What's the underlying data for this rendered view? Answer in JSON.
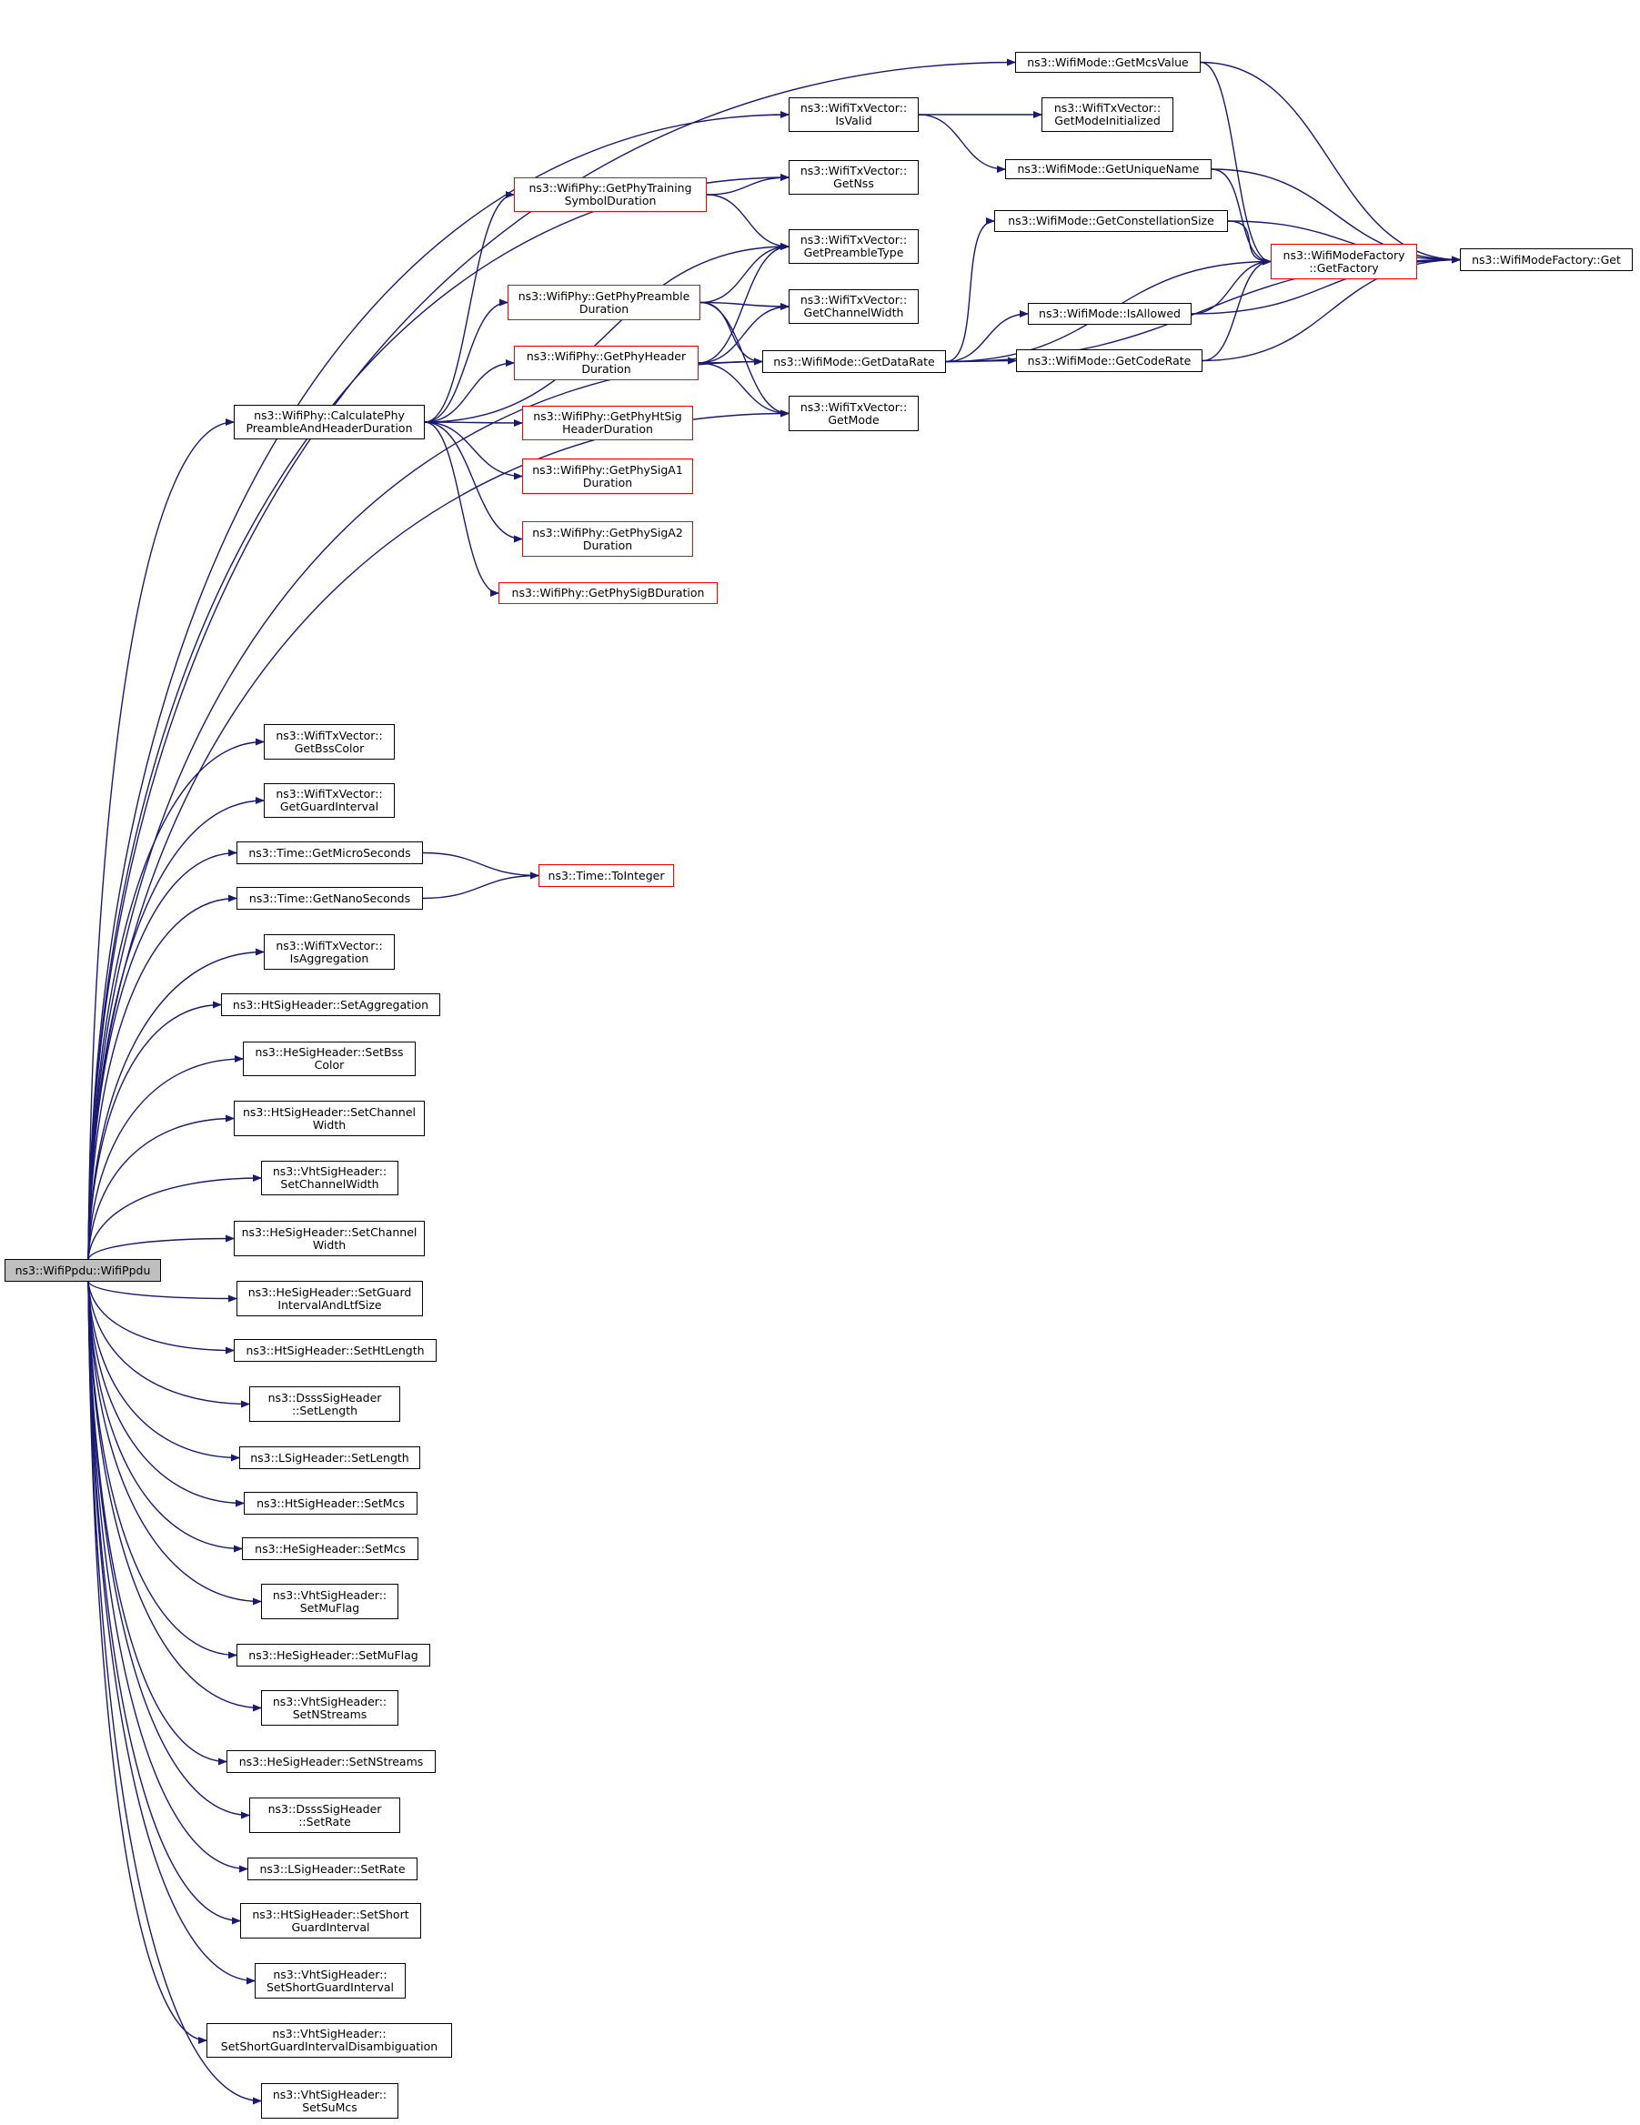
{
  "diagram": {
    "colors": {
      "edge": "#191970",
      "box_border": "#000000",
      "box_border_truncated": "#ff0000",
      "root_fill": "#bfbfbf"
    },
    "nodes": [
      {
        "id": "root",
        "lines": [
          "ns3::WifiPpdu::WifiPpdu"
        ],
        "style": "root"
      },
      {
        "id": "getMcsValue",
        "lines": [
          "ns3::WifiMode::GetMcsValue"
        ],
        "style": "normal"
      },
      {
        "id": "isValid",
        "lines": [
          "ns3::WifiTxVector::",
          "IsValid"
        ],
        "style": "normal"
      },
      {
        "id": "getModeInitialized",
        "lines": [
          "ns3::WifiTxVector::",
          "GetModeInitialized"
        ],
        "style": "normal"
      },
      {
        "id": "getUniqueName",
        "lines": [
          "ns3::WifiMode::GetUniqueName"
        ],
        "style": "normal"
      },
      {
        "id": "getNss",
        "lines": [
          "ns3::WifiTxVector::",
          "GetNss"
        ],
        "style": "normal"
      },
      {
        "id": "getPhyTraining",
        "lines": [
          "ns3::WifiPhy::GetPhyTraining",
          "SymbolDuration"
        ],
        "style": "red"
      },
      {
        "id": "getPreambleType",
        "lines": [
          "ns3::WifiTxVector::",
          "GetPreambleType"
        ],
        "style": "normal"
      },
      {
        "id": "getConstellationSize",
        "lines": [
          "ns3::WifiMode::GetConstellationSize"
        ],
        "style": "normal"
      },
      {
        "id": "getFactory",
        "lines": [
          "ns3::WifiModeFactory",
          "::GetFactory"
        ],
        "style": "red"
      },
      {
        "id": "factoryGet",
        "lines": [
          "ns3::WifiModeFactory::Get"
        ],
        "style": "normal"
      },
      {
        "id": "getPhyPreamble",
        "lines": [
          "ns3::WifiPhy::GetPhyPreamble",
          "Duration"
        ],
        "style": "red"
      },
      {
        "id": "getChannelWidth",
        "lines": [
          "ns3::WifiTxVector::",
          "GetChannelWidth"
        ],
        "style": "normal"
      },
      {
        "id": "isAllowed",
        "lines": [
          "ns3::WifiMode::IsAllowed"
        ],
        "style": "normal"
      },
      {
        "id": "getPhyHeader",
        "lines": [
          "ns3::WifiPhy::GetPhyHeader",
          "Duration"
        ],
        "style": "red"
      },
      {
        "id": "getDataRate",
        "lines": [
          "ns3::WifiMode::GetDataRate"
        ],
        "style": "normal"
      },
      {
        "id": "getCodeRate",
        "lines": [
          "ns3::WifiMode::GetCodeRate"
        ],
        "style": "normal"
      },
      {
        "id": "calcPhy",
        "lines": [
          "ns3::WifiPhy::CalculatePhy",
          "PreambleAndHeaderDuration"
        ],
        "style": "normal"
      },
      {
        "id": "getMode",
        "lines": [
          "ns3::WifiTxVector::",
          "GetMode"
        ],
        "style": "normal"
      },
      {
        "id": "getPhyHtSig",
        "lines": [
          "ns3::WifiPhy::GetPhyHtSig",
          "HeaderDuration"
        ],
        "style": "red"
      },
      {
        "id": "getPhySigA1",
        "lines": [
          "ns3::WifiPhy::GetPhySigA1",
          "Duration"
        ],
        "style": "red"
      },
      {
        "id": "getPhySigA2",
        "lines": [
          "ns3::WifiPhy::GetPhySigA2",
          "Duration"
        ],
        "style": "red"
      },
      {
        "id": "getPhySigB",
        "lines": [
          "ns3::WifiPhy::GetPhySigBDuration"
        ],
        "style": "red"
      },
      {
        "id": "getBssColor",
        "lines": [
          "ns3::WifiTxVector::",
          "GetBssColor"
        ],
        "style": "normal"
      },
      {
        "id": "getGuardInterval",
        "lines": [
          "ns3::WifiTxVector::",
          "GetGuardInterval"
        ],
        "style": "normal"
      },
      {
        "id": "getMicroSeconds",
        "lines": [
          "ns3::Time::GetMicroSeconds"
        ],
        "style": "normal"
      },
      {
        "id": "getNanoSeconds",
        "lines": [
          "ns3::Time::GetNanoSeconds"
        ],
        "style": "normal"
      },
      {
        "id": "toInteger",
        "lines": [
          "ns3::Time::ToInteger"
        ],
        "style": "red"
      },
      {
        "id": "isAggregation",
        "lines": [
          "ns3::WifiTxVector::",
          "IsAggregation"
        ],
        "style": "normal"
      },
      {
        "id": "htSetAggregation",
        "lines": [
          "ns3::HtSigHeader::SetAggregation"
        ],
        "style": "normal"
      },
      {
        "id": "heSetBssColor",
        "lines": [
          "ns3::HeSigHeader::SetBss",
          "Color"
        ],
        "style": "normal"
      },
      {
        "id": "htSetChannelWidth",
        "lines": [
          "ns3::HtSigHeader::SetChannel",
          "Width"
        ],
        "style": "normal"
      },
      {
        "id": "vhtSetChannelWidth",
        "lines": [
          "ns3::VhtSigHeader::",
          "SetChannelWidth"
        ],
        "style": "normal"
      },
      {
        "id": "heSetChannelWidth",
        "lines": [
          "ns3::HeSigHeader::SetChannel",
          "Width"
        ],
        "style": "normal"
      },
      {
        "id": "heSetGuardInterval",
        "lines": [
          "ns3::HeSigHeader::SetGuard",
          "IntervalAndLtfSize"
        ],
        "style": "normal"
      },
      {
        "id": "htSetHtLength",
        "lines": [
          "ns3::HtSigHeader::SetHtLength"
        ],
        "style": "normal"
      },
      {
        "id": "dsssSetLength",
        "lines": [
          "ns3::DsssSigHeader",
          "::SetLength"
        ],
        "style": "normal"
      },
      {
        "id": "lSetLength",
        "lines": [
          "ns3::LSigHeader::SetLength"
        ],
        "style": "normal"
      },
      {
        "id": "htSetMcs",
        "lines": [
          "ns3::HtSigHeader::SetMcs"
        ],
        "style": "normal"
      },
      {
        "id": "heSetMcs",
        "lines": [
          "ns3::HeSigHeader::SetMcs"
        ],
        "style": "normal"
      },
      {
        "id": "vhtSetMuFlag",
        "lines": [
          "ns3::VhtSigHeader::",
          "SetMuFlag"
        ],
        "style": "normal"
      },
      {
        "id": "heSetMuFlag",
        "lines": [
          "ns3::HeSigHeader::SetMuFlag"
        ],
        "style": "normal"
      },
      {
        "id": "vhtSetNStreams",
        "lines": [
          "ns3::VhtSigHeader::",
          "SetNStreams"
        ],
        "style": "normal"
      },
      {
        "id": "heSetNStreams",
        "lines": [
          "ns3::HeSigHeader::SetNStreams"
        ],
        "style": "normal"
      },
      {
        "id": "dsssSetRate",
        "lines": [
          "ns3::DsssSigHeader",
          "::SetRate"
        ],
        "style": "normal"
      },
      {
        "id": "lSetRate",
        "lines": [
          "ns3::LSigHeader::SetRate"
        ],
        "style": "normal"
      },
      {
        "id": "htSetShortGuard",
        "lines": [
          "ns3::HtSigHeader::SetShort",
          "GuardInterval"
        ],
        "style": "normal"
      },
      {
        "id": "vhtSetShortGuard",
        "lines": [
          "ns3::VhtSigHeader::",
          "SetShortGuardInterval"
        ],
        "style": "normal"
      },
      {
        "id": "vhtSetShortGuardDisamb",
        "lines": [
          "ns3::VhtSigHeader::",
          "SetShortGuardIntervalDisambiguation"
        ],
        "style": "normal"
      },
      {
        "id": "vhtSetSuMcs",
        "lines": [
          "ns3::VhtSigHeader::",
          "SetSuMcs"
        ],
        "style": "normal"
      }
    ],
    "edges": [
      {
        "from": "root",
        "to": "getMcsValue"
      },
      {
        "from": "root",
        "to": "isValid"
      },
      {
        "from": "root",
        "to": "getNss"
      },
      {
        "from": "root",
        "to": "calcPhy"
      },
      {
        "from": "root",
        "to": "getDataRate"
      },
      {
        "from": "root",
        "to": "getMode"
      },
      {
        "from": "root",
        "to": "getBssColor"
      },
      {
        "from": "root",
        "to": "getGuardInterval"
      },
      {
        "from": "root",
        "to": "getMicroSeconds"
      },
      {
        "from": "root",
        "to": "getNanoSeconds"
      },
      {
        "from": "root",
        "to": "isAggregation"
      },
      {
        "from": "root",
        "to": "htSetAggregation"
      },
      {
        "from": "root",
        "to": "heSetBssColor"
      },
      {
        "from": "root",
        "to": "htSetChannelWidth"
      },
      {
        "from": "root",
        "to": "vhtSetChannelWidth"
      },
      {
        "from": "root",
        "to": "heSetChannelWidth"
      },
      {
        "from": "root",
        "to": "heSetGuardInterval"
      },
      {
        "from": "root",
        "to": "htSetHtLength"
      },
      {
        "from": "root",
        "to": "dsssSetLength"
      },
      {
        "from": "root",
        "to": "lSetLength"
      },
      {
        "from": "root",
        "to": "htSetMcs"
      },
      {
        "from": "root",
        "to": "heSetMcs"
      },
      {
        "from": "root",
        "to": "vhtSetMuFlag"
      },
      {
        "from": "root",
        "to": "heSetMuFlag"
      },
      {
        "from": "root",
        "to": "vhtSetNStreams"
      },
      {
        "from": "root",
        "to": "heSetNStreams"
      },
      {
        "from": "root",
        "to": "dsssSetRate"
      },
      {
        "from": "root",
        "to": "lSetRate"
      },
      {
        "from": "root",
        "to": "htSetShortGuard"
      },
      {
        "from": "root",
        "to": "vhtSetShortGuard"
      },
      {
        "from": "root",
        "to": "vhtSetShortGuardDisamb"
      },
      {
        "from": "root",
        "to": "vhtSetSuMcs"
      },
      {
        "from": "getMcsValue",
        "to": "getFactory"
      },
      {
        "from": "getMcsValue",
        "to": "factoryGet"
      },
      {
        "from": "isValid",
        "to": "getModeInitialized"
      },
      {
        "from": "isValid",
        "to": "getUniqueName"
      },
      {
        "from": "getUniqueName",
        "to": "getFactory"
      },
      {
        "from": "getUniqueName",
        "to": "factoryGet"
      },
      {
        "from": "getPhyTraining",
        "to": "getNss"
      },
      {
        "from": "getPhyTraining",
        "to": "getPreambleType"
      },
      {
        "from": "getConstellationSize",
        "to": "getFactory"
      },
      {
        "from": "getConstellationSize",
        "to": "factoryGet"
      },
      {
        "from": "getFactory",
        "to": "factoryGet"
      },
      {
        "from": "getPhyPreamble",
        "to": "getPreambleType"
      },
      {
        "from": "getPhyPreamble",
        "to": "getChannelWidth"
      },
      {
        "from": "getPhyPreamble",
        "to": "getDataRate"
      },
      {
        "from": "getPhyPreamble",
        "to": "getMode"
      },
      {
        "from": "isAllowed",
        "to": "getFactory"
      },
      {
        "from": "isAllowed",
        "to": "factoryGet"
      },
      {
        "from": "getPhyHeader",
        "to": "getPreambleType"
      },
      {
        "from": "getPhyHeader",
        "to": "getChannelWidth"
      },
      {
        "from": "getPhyHeader",
        "to": "getDataRate"
      },
      {
        "from": "getPhyHeader",
        "to": "getMode"
      },
      {
        "from": "getDataRate",
        "to": "getConstellationSize"
      },
      {
        "from": "getDataRate",
        "to": "getFactory"
      },
      {
        "from": "getDataRate",
        "to": "isAllowed"
      },
      {
        "from": "getDataRate",
        "to": "getCodeRate"
      },
      {
        "from": "getDataRate",
        "to": "factoryGet"
      },
      {
        "from": "getCodeRate",
        "to": "getFactory"
      },
      {
        "from": "getCodeRate",
        "to": "factoryGet"
      },
      {
        "from": "calcPhy",
        "to": "getPhyTraining"
      },
      {
        "from": "calcPhy",
        "to": "getPreambleType"
      },
      {
        "from": "calcPhy",
        "to": "getPhyPreamble"
      },
      {
        "from": "calcPhy",
        "to": "getPhyHeader"
      },
      {
        "from": "calcPhy",
        "to": "getPhyHtSig"
      },
      {
        "from": "calcPhy",
        "to": "getPhySigA1"
      },
      {
        "from": "calcPhy",
        "to": "getPhySigA2"
      },
      {
        "from": "calcPhy",
        "to": "getPhySigB"
      },
      {
        "from": "getMicroSeconds",
        "to": "toInteger"
      },
      {
        "from": "getNanoSeconds",
        "to": "toInteger"
      }
    ]
  }
}
